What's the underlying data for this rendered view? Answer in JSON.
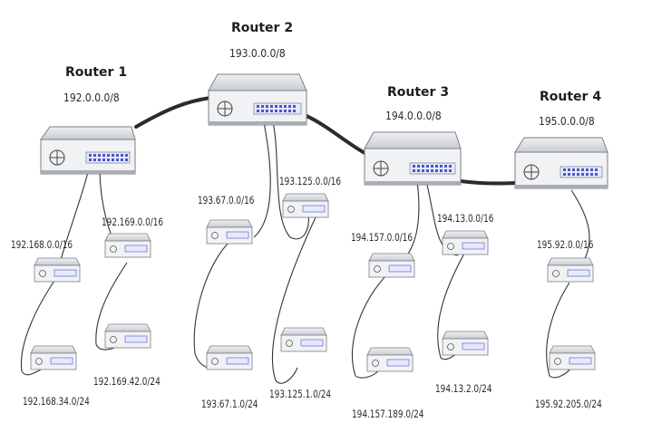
{
  "routers": [
    {
      "name": "Router 1",
      "network": "192.0.0.0/8"
    },
    {
      "name": "Router 2",
      "network": "193.0.0.0/8"
    },
    {
      "name": "Router 3",
      "network": "194.0.0.0/8"
    },
    {
      "name": "Router 4",
      "network": "195.0.0.0/8"
    }
  ],
  "subnets": [
    {
      "label": "192.168.0.0/16"
    },
    {
      "label": "192.169.0.0/16"
    },
    {
      "label": "192.168.34.0/24"
    },
    {
      "label": "192.169.42.0/24"
    },
    {
      "label": "193.67.0.0/16"
    },
    {
      "label": "193.125.0.0/16"
    },
    {
      "label": "193.67.1.0/24"
    },
    {
      "label": "193.125.1.0/24"
    },
    {
      "label": "194.157.0.0/16"
    },
    {
      "label": "194.13.0.0/16"
    },
    {
      "label": "194.157.189.0/24"
    },
    {
      "label": "194.13.2.0/24"
    },
    {
      "label": "195.92.0.0/16"
    },
    {
      "label": "195.92.205.0/24"
    }
  ],
  "colors": {
    "device_body": "#b4b7bd",
    "device_top": "#e4e6ea",
    "device_front": "#f4f5f7",
    "backbone": "#2b2b2b",
    "cable": "#333333",
    "port": "#4a56c8"
  }
}
